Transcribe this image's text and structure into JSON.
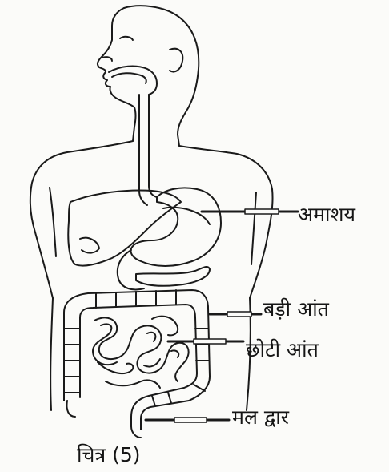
{
  "diagram": {
    "labels": {
      "stomach": "अमाशय",
      "large_intestine": "बड़ी आंत",
      "small_intestine": "छोटी आंत",
      "anus": "मल द्वार"
    },
    "caption": "चित्र (5)"
  },
  "colors": {
    "ink": "#1a1a1a",
    "paper": "#fbfbf9"
  }
}
